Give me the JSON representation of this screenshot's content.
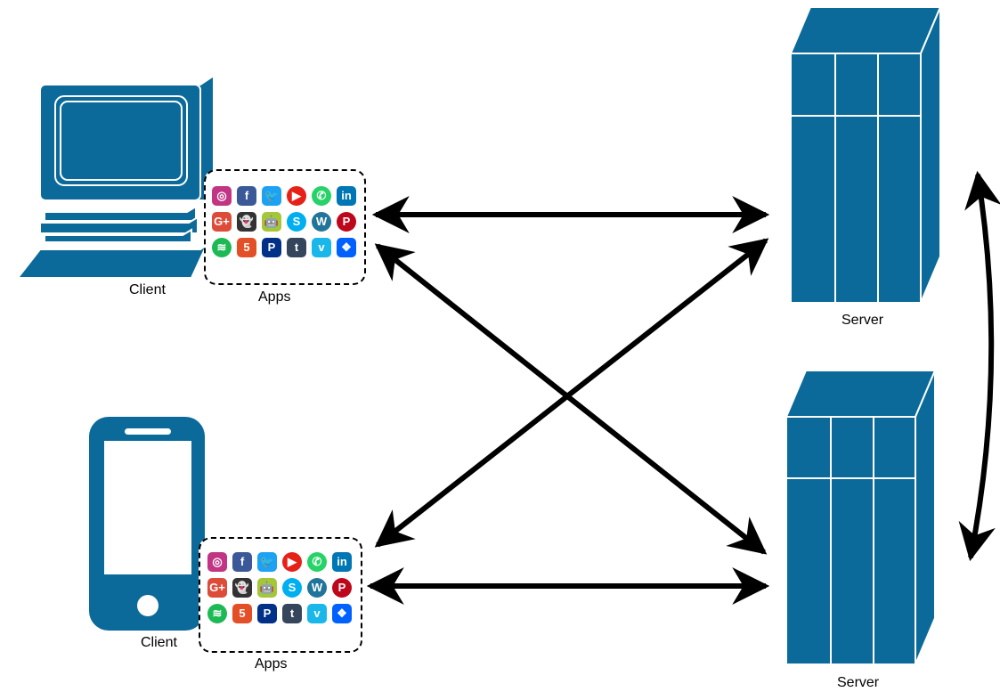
{
  "colors": {
    "device": "#0b6a9a",
    "arrow": "#000000",
    "background": "#ffffff"
  },
  "labels": {
    "client_pc": "Client",
    "apps_pc": "Apps",
    "client_phone": "Client",
    "apps_phone": "Apps",
    "server_top": "Server",
    "server_bottom": "Server"
  },
  "apps": [
    {
      "name": "instagram-icon",
      "glyph": "◎",
      "color": "#c13584"
    },
    {
      "name": "facebook-icon",
      "glyph": "f",
      "color": "#3b5998"
    },
    {
      "name": "twitter-icon",
      "glyph": "🐦",
      "color": "#1da1f2"
    },
    {
      "name": "youtube-icon",
      "glyph": "▶",
      "color": "#e62117"
    },
    {
      "name": "whatsapp-icon",
      "glyph": "✆",
      "color": "#25d366"
    },
    {
      "name": "linkedin-icon",
      "glyph": "in",
      "color": "#0077b5"
    },
    {
      "name": "google-plus-icon",
      "glyph": "G+",
      "color": "#dd4b39"
    },
    {
      "name": "snapchat-icon",
      "glyph": "👻",
      "color": "#333333"
    },
    {
      "name": "android-icon",
      "glyph": "🤖",
      "color": "#a4c639"
    },
    {
      "name": "skype-icon",
      "glyph": "S",
      "color": "#00aff0"
    },
    {
      "name": "wordpress-icon",
      "glyph": "W",
      "color": "#21759b"
    },
    {
      "name": "pinterest-icon",
      "glyph": "P",
      "color": "#bd081c"
    },
    {
      "name": "spotify-icon",
      "glyph": "≋",
      "color": "#1db954"
    },
    {
      "name": "html5-icon",
      "glyph": "5",
      "color": "#e34f26"
    },
    {
      "name": "paypal-icon",
      "glyph": "P",
      "color": "#003087"
    },
    {
      "name": "tumblr-icon",
      "glyph": "t",
      "color": "#35465c"
    },
    {
      "name": "vimeo-icon",
      "glyph": "v",
      "color": "#1ab7ea"
    },
    {
      "name": "dropbox-icon",
      "glyph": "❖",
      "color": "#0061ff"
    }
  ]
}
